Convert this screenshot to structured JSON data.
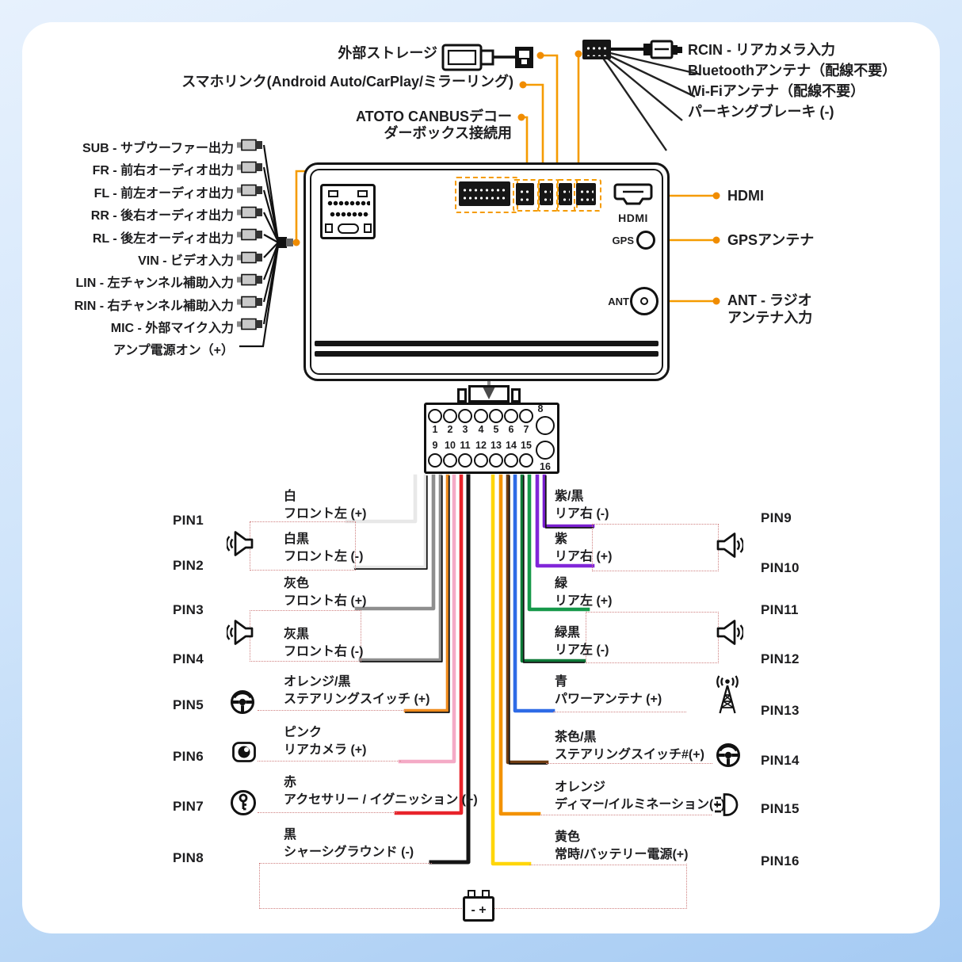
{
  "top_left": {
    "external_storage": "外部ストレージ",
    "smartphone_link": "スマホリンク(Android Auto/CarPlay/ミラーリング)",
    "canbus_line1": "ATOTO CANBUSデコー",
    "canbus_line2": "ダーボックス接続用"
  },
  "top_right_labels": [
    "RCIN - リアカメラ入力",
    "Bluetoothアンテナ（配線不要）",
    "Wi-Fiアンテナ（配線不要）",
    "パーキングブレーキ (-)"
  ],
  "left_outputs": [
    "SUB - サブウーファー出力",
    "FR - 前右オーディオ出力",
    "FL - 前左オーディオ出力",
    "RR - 後右オーディオ出力",
    "RL - 後左オーディオ出力",
    "VIN - ビデオ入力",
    "LIN - 左チャンネル補助入力",
    "RIN - 右チャンネル補助入力",
    "MIC - 外部マイク入力",
    "アンプ電源オン（+）"
  ],
  "unit_ports": {
    "hdmi": "HDMI",
    "gps": "GPS",
    "ant": "ANT"
  },
  "right_callouts": {
    "hdmi": "HDMI",
    "gps": "GPSアンテナ",
    "ant_line1": "ANT - ラジオ",
    "ant_line2": "アンテナ入力"
  },
  "harness": {
    "top_numbers": [
      "1",
      "2",
      "3",
      "4",
      "5",
      "6",
      "7"
    ],
    "pin8": "8",
    "bottom_numbers": [
      "9",
      "10",
      "11",
      "12",
      "13",
      "14",
      "15"
    ],
    "pin16": "16"
  },
  "pins_left": [
    {
      "id": "PIN1",
      "wire": "白",
      "func": "フロント左 (+)"
    },
    {
      "id": "PIN2",
      "wire": "白黒",
      "func": "フロント左 (-)"
    },
    {
      "id": "PIN3",
      "wire": "灰色",
      "func": "フロント右 (+)"
    },
    {
      "id": "PIN4",
      "wire": "灰黒",
      "func": "フロント右 (-)"
    },
    {
      "id": "PIN5",
      "wire": "オレンジ/黒",
      "func": "ステアリングスイッチ (+)"
    },
    {
      "id": "PIN6",
      "wire": "ピンク",
      "func": "リアカメラ (+)"
    },
    {
      "id": "PIN7",
      "wire": "赤",
      "func": "アクセサリー / イグニッション (+)"
    },
    {
      "id": "PIN8",
      "wire": "黒",
      "func": "シャーシグラウンド (-)"
    }
  ],
  "pins_right": [
    {
      "id": "PIN9",
      "wire": "紫/黒",
      "func": "リア右 (-)"
    },
    {
      "id": "PIN10",
      "wire": "紫",
      "func": "リア右 (+)"
    },
    {
      "id": "PIN11",
      "wire": "緑",
      "func": "リア左 (+)"
    },
    {
      "id": "PIN12",
      "wire": "緑黒",
      "func": "リア左 (-)"
    },
    {
      "id": "PIN13",
      "wire": "青",
      "func": "パワーアンテナ (+)"
    },
    {
      "id": "PIN14",
      "wire": "茶色/黒",
      "func": "ステアリングスイッチ#(+)"
    },
    {
      "id": "PIN15",
      "wire": "オレンジ",
      "func": "ディマー/イルミネーション(+)"
    },
    {
      "id": "PIN16",
      "wire": "黄色",
      "func": "常時/バッテリー電源(+)"
    }
  ],
  "battery": {
    "label": "- +"
  },
  "wire_colors": {
    "white": "#e8e8e8",
    "white_black": "#e8e8e8",
    "gray": "#8e8e8e",
    "gray_black": "#8e8e8e",
    "orange_black": "#ef8b1d",
    "pink": "#f4aac6",
    "red": "#e8232a",
    "black": "#141414",
    "purple_black": "#7a1fd0",
    "purple": "#8126d9",
    "green": "#16984a",
    "green_black": "#0e7a38",
    "blue": "#2e6be6",
    "brown_black": "#6f3d12",
    "orange": "#f39200",
    "yellow": "#ffd60a",
    "stripe": "#141414"
  },
  "accent_colors": {
    "callout_orange": "#F59B00",
    "dot_orange": "#F08C00",
    "dashed_red": "#cf8080",
    "gray_line": "#8c8c8c",
    "text": "#1d1d1f"
  }
}
